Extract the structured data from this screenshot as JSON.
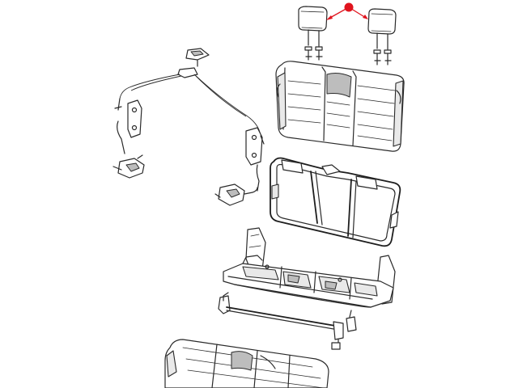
{
  "diagram": {
    "colors": {
      "line": "#2a2a2a",
      "callout": "#e0141e",
      "shade": "#bdbdbd",
      "background": "#ffffff"
    },
    "parts": [
      "headrest-left",
      "headrest-right",
      "headrest-guides",
      "seat-back-cushion",
      "seat-back-frame",
      "latch-release-cable",
      "latch-striker",
      "seat-pan-frame",
      "pivot-rod",
      "seat-cushion"
    ],
    "callout": {
      "type": "dot-with-two-arrows",
      "points_to": [
        "headrest-left",
        "headrest-right"
      ]
    }
  }
}
